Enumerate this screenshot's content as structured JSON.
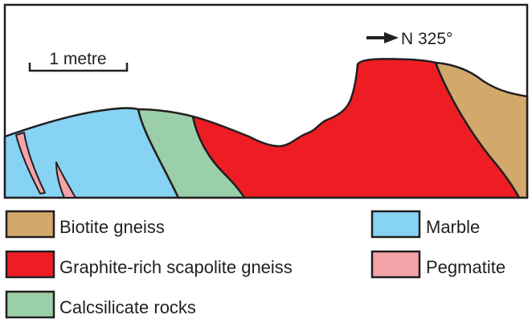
{
  "scale_bar": {
    "label": "1 metre"
  },
  "orientation": {
    "label": "N 325°"
  },
  "legend": [
    {
      "id": "biotite",
      "label": "Biotite gneiss",
      "color": "#d2a96b"
    },
    {
      "id": "graphite",
      "label": "Graphite-rich scapolite gneiss",
      "color": "#ee1d24"
    },
    {
      "id": "calcsilicate",
      "label": "Calcsilicate rocks",
      "color": "#9bcfa9"
    },
    {
      "id": "marble",
      "label": "Marble",
      "color": "#87d3f3"
    },
    {
      "id": "pegmatite",
      "label": "Pegmatite",
      "color": "#f4a3a8"
    }
  ],
  "colors": {
    "outline": "#231f20",
    "background": "#ffffff"
  }
}
